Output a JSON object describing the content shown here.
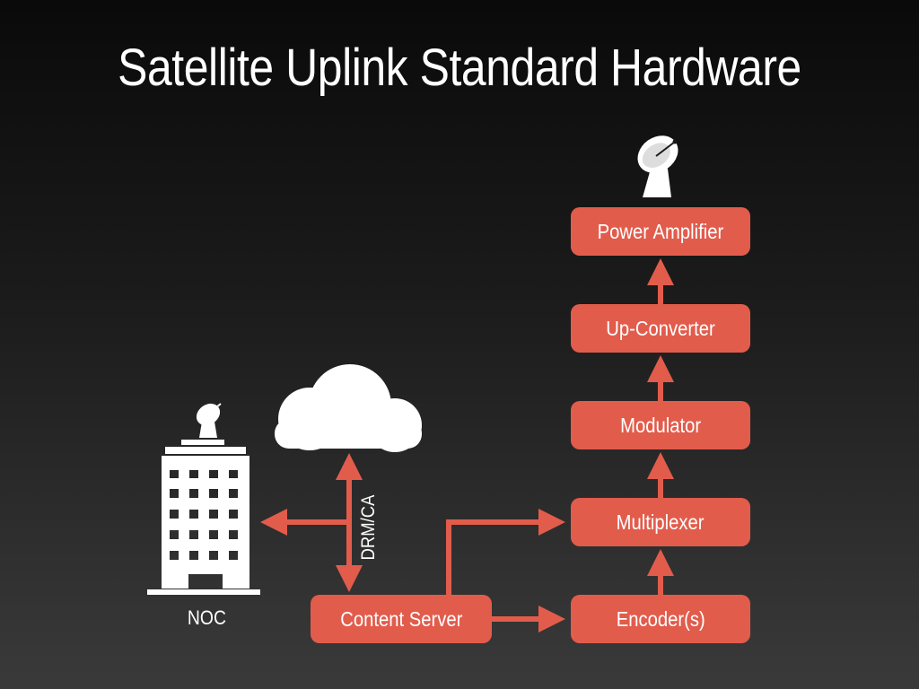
{
  "title": "Satellite Uplink Standard Hardware",
  "nodes": {
    "power_amplifier": "Power Amplifier",
    "up_converter": "Up-Converter",
    "modulator": "Modulator",
    "multiplexer": "Multiplexer",
    "encoders": "Encoder(s)",
    "content_server": "Content Server"
  },
  "labels": {
    "noc": "NOC",
    "drm_ca": "DRM/CA"
  },
  "icons": {
    "building": "building-icon",
    "cloud": "cloud-icon",
    "dish": "satellite-dish-icon"
  },
  "colors": {
    "box": "#e25c4c",
    "arrow": "#e25c4c",
    "icon": "#ffffff",
    "text": "#ffffff"
  }
}
